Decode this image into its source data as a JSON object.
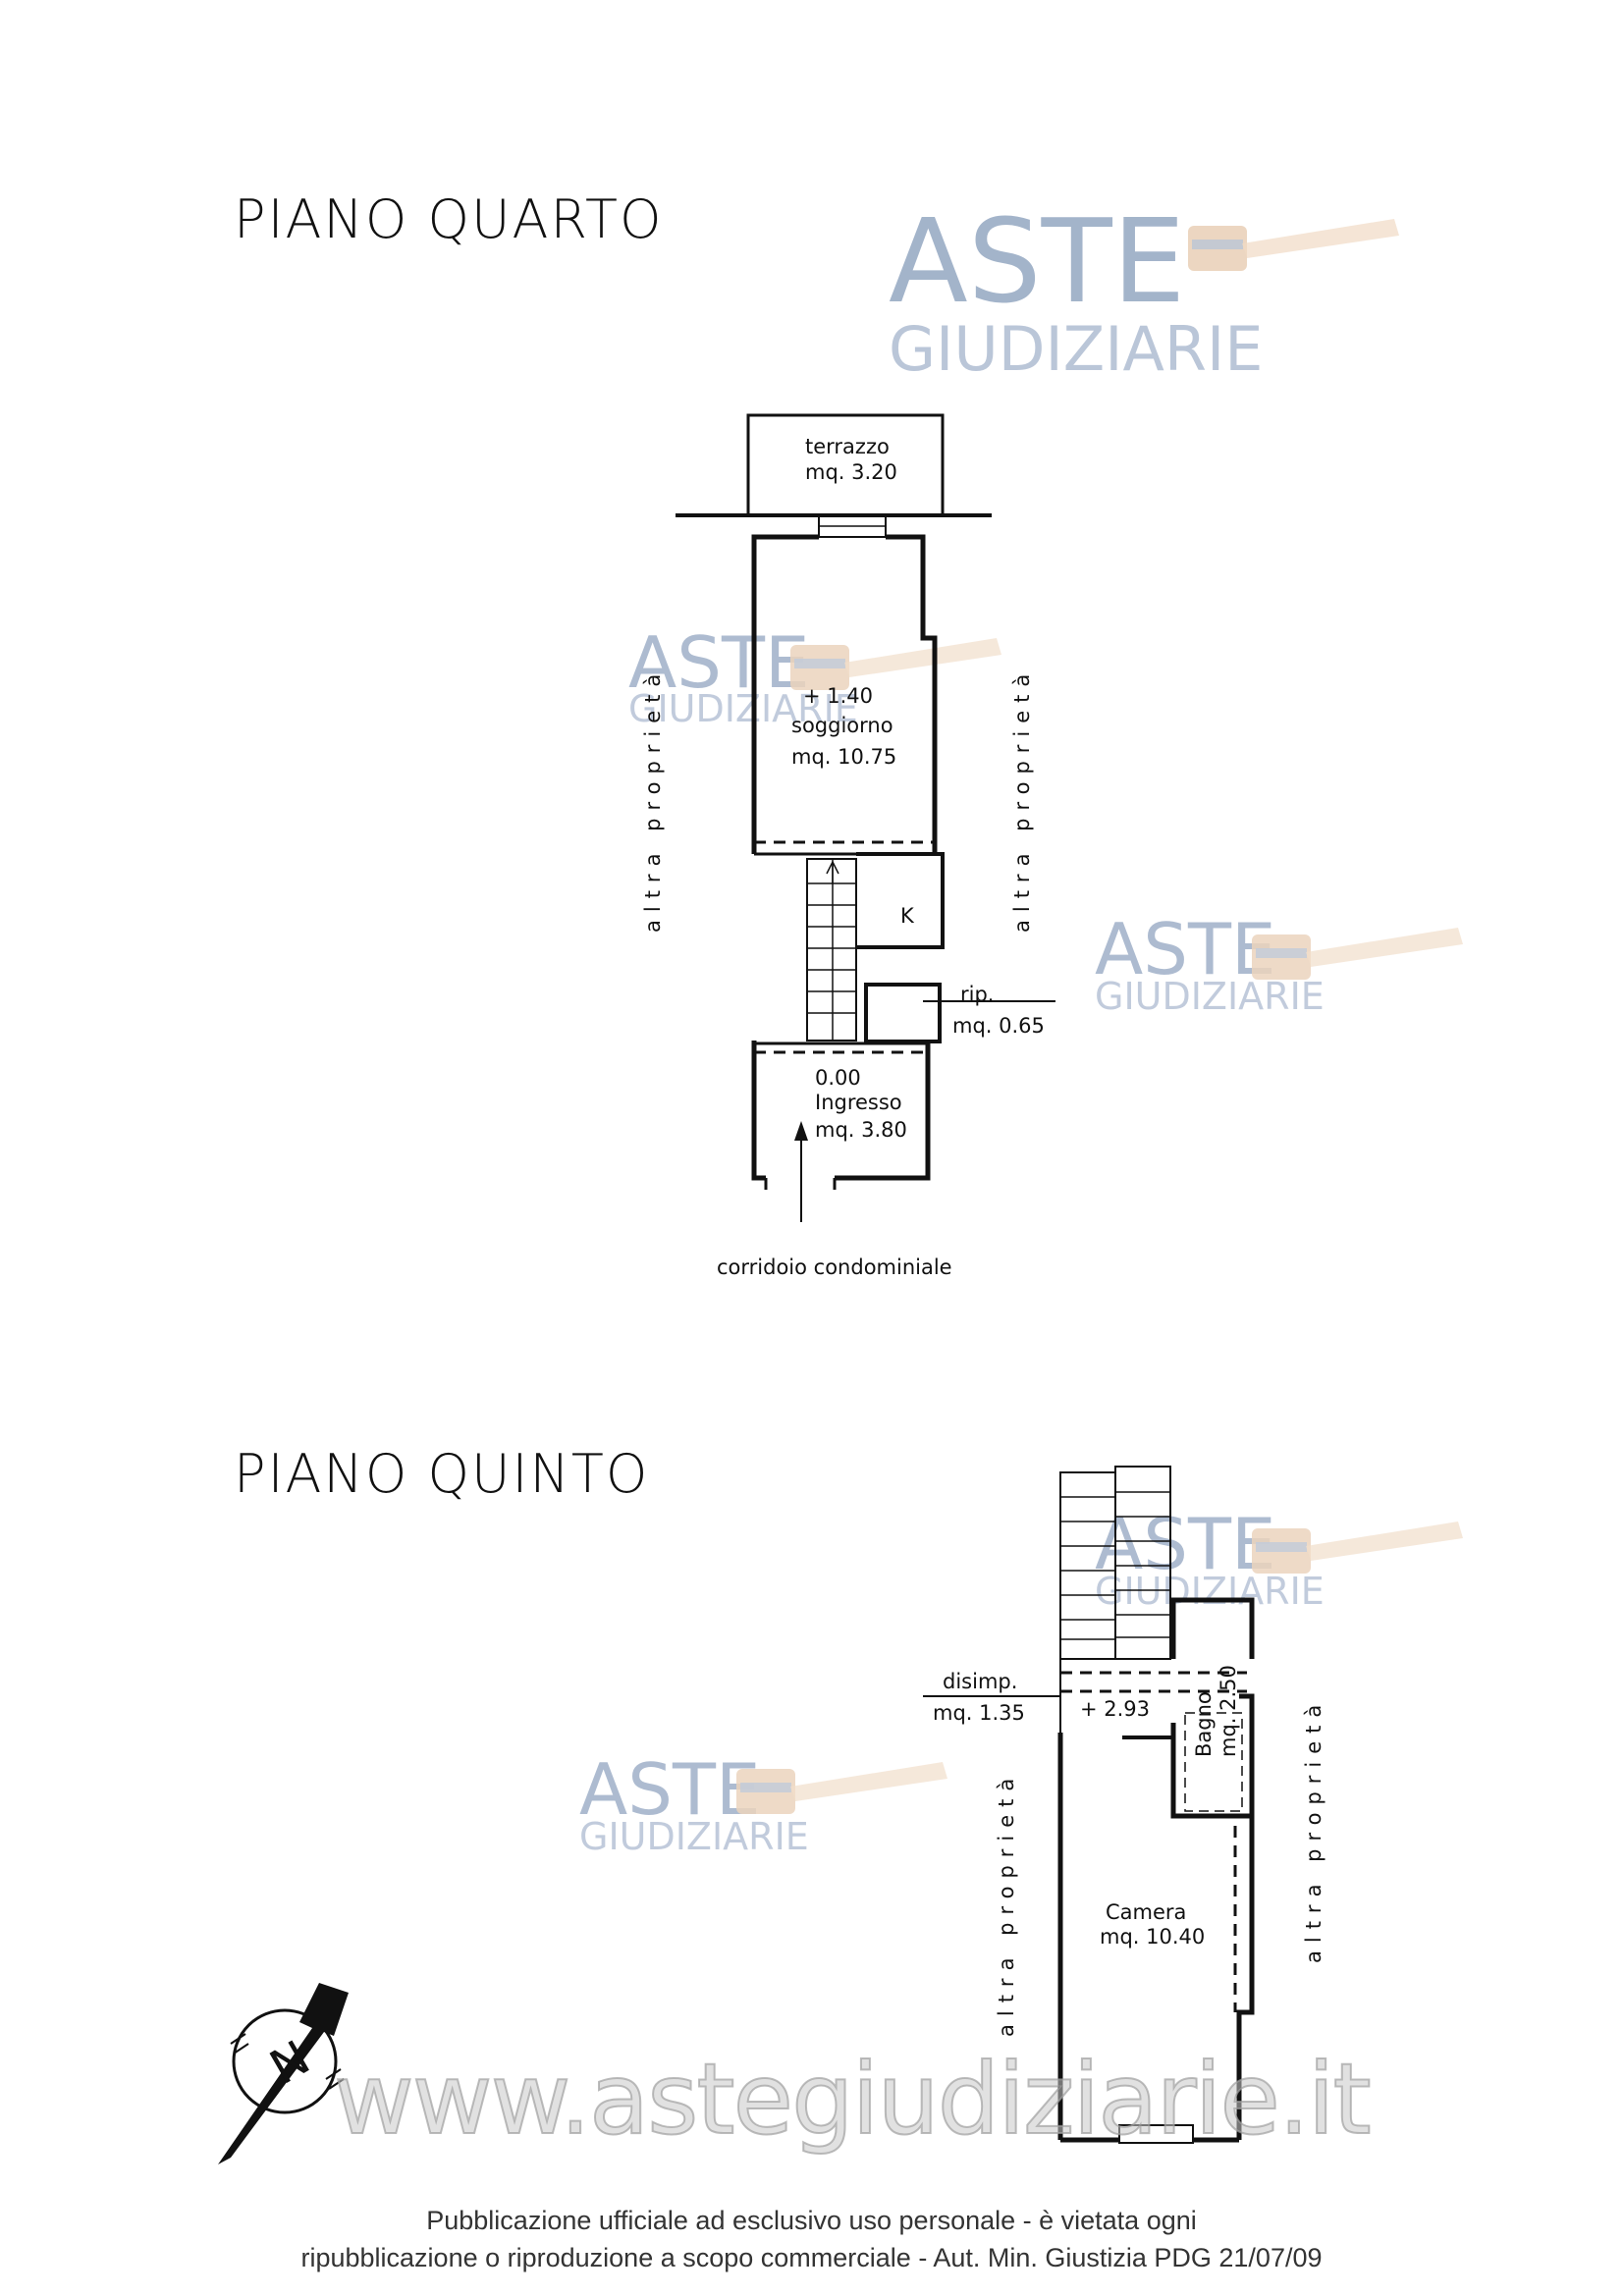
{
  "floors": {
    "fourth": {
      "title": "PIANO QUARTO",
      "terrace": {
        "name": "terrazzo",
        "area": "mq. 3.20"
      },
      "living": {
        "level": "+ 1.40",
        "name": "soggiorno",
        "area": "mq. 10.75"
      },
      "kitchen": {
        "label": "K"
      },
      "storage": {
        "name": "rip.",
        "area": "mq. 0.65"
      },
      "entrance": {
        "level": "0.00",
        "name": "Ingresso",
        "area": "mq. 3.80"
      },
      "corridor": "corridoio condominiale",
      "neighbor_left": "altra proprietà",
      "neighbor_right": "altra proprietà"
    },
    "fifth": {
      "title": "PIANO QUINTO",
      "landing": {
        "name": "disimp.",
        "area": "mq. 1.35"
      },
      "level": "+ 2.93",
      "bathroom": {
        "name": "Bagno",
        "area": "mq. 2.50"
      },
      "bedroom": {
        "name": "Camera",
        "area": "mq. 10.40"
      },
      "neighbor_left": "altra proprietà",
      "neighbor_right": "altra proprietà"
    }
  },
  "compass": {
    "label": "N",
    "icon": "north-arrow-icon"
  },
  "watermark": {
    "brand_line1": "ASTE",
    "brand_line2": "GIUDIZIARIE",
    "icon": "gavel-icon",
    "url": "www.astegiudiziarie.it"
  },
  "footer": {
    "line1": "Pubblicazione ufficiale ad esclusivo uso personale - è vietata ogni",
    "line2": "ripubblicazione o riproduzione a scopo commerciale - Aut. Min. Giustizia PDG 21/07/09"
  },
  "colors": {
    "wall": "#111111",
    "watermark_text": "#9fb0c8",
    "gavel": "#e8c9a8"
  }
}
